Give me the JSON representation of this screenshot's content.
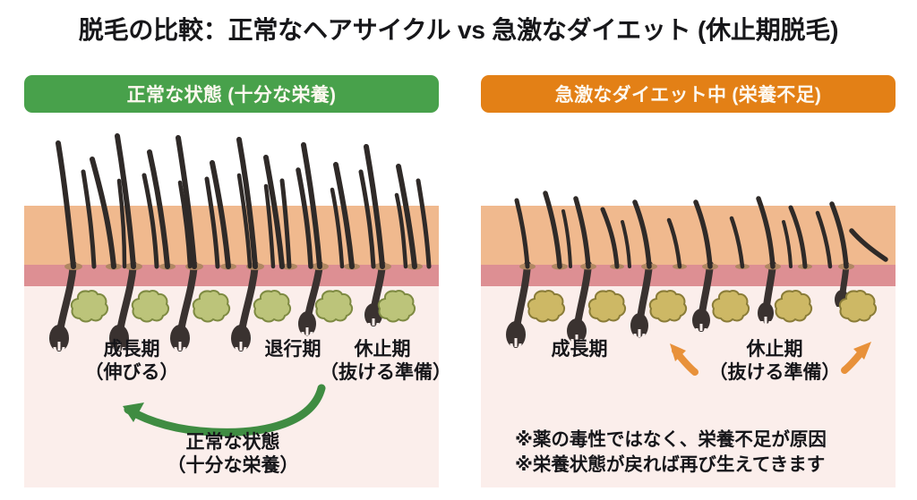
{
  "title": "脱毛の比較：正常なヘアサイクル vs 急激なダイエット (休止期脱毛)",
  "panels": {
    "left": {
      "banner": "正常な状態 (十分な栄養)",
      "banner_color": "#48a14b",
      "labels": {
        "anagen_line1": "成長期",
        "anagen_line2": "（伸びる）",
        "catagen": "退行期",
        "telogen_line1": "休止期",
        "telogen_line2": "（抜ける準備）"
      },
      "caption_line1": "正常な状態",
      "caption_line2": "（十分な栄養）",
      "arrow_color": "#3f8c42",
      "arrow_name": "cycle-arrow"
    },
    "right": {
      "banner": "急激なダイエット中 (栄養不足)",
      "banner_color": "#e38016",
      "labels": {
        "anagen": "成長期",
        "telogen_line1": "休止期",
        "telogen_line2": "（抜ける準備）"
      },
      "notes": [
        "※薬の毒性ではなく、栄養不足が原因",
        "※栄養状態が戻れば再び生えてきます"
      ],
      "arrow_color": "#e8913a",
      "arrows": [
        "arrow-up-left",
        "arrow-up-right"
      ]
    }
  },
  "skin": {
    "epidermis_color": "#f0b98e",
    "dermis_color": "#dd8f93",
    "hypodermis_color": "#fbeeeb",
    "hair_color": "#2f2a28",
    "follicle_color": "#3a3230",
    "sebaceous_color": "#bcc47a",
    "sebaceous_color_alt": "#d4b05c",
    "pore_color": "#b08762"
  }
}
